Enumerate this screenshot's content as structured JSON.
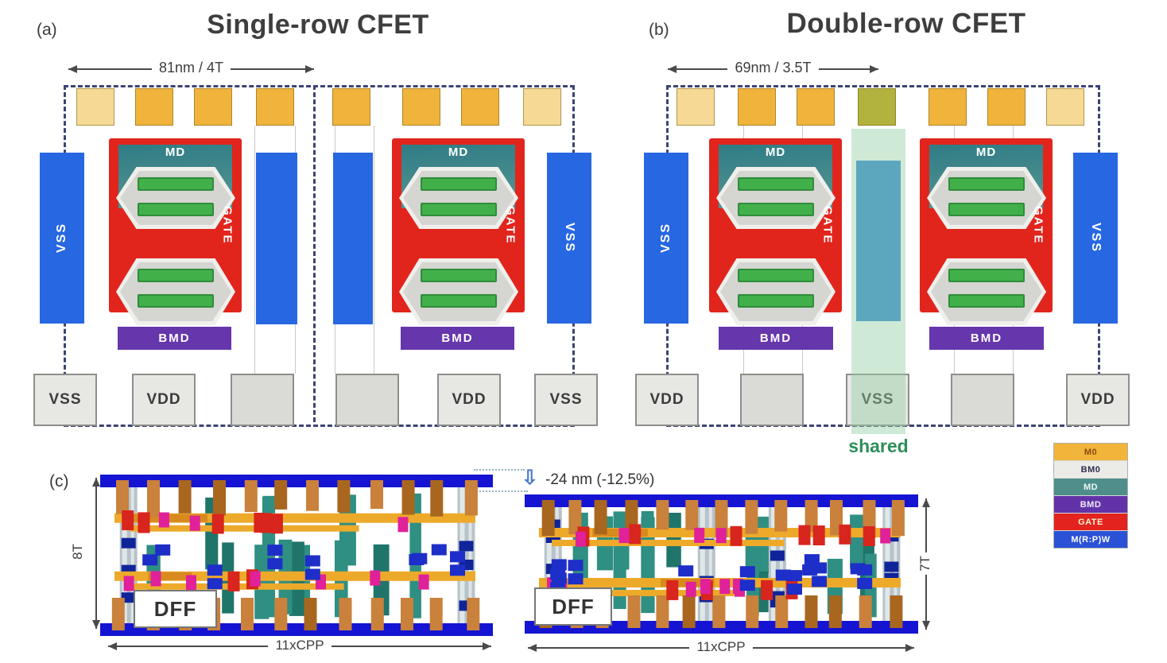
{
  "panel_a": {
    "label": "(a)",
    "title": "Single-row CFET",
    "dim_label": "81nm / 4T",
    "m0_squares": [
      "light",
      "gold",
      "gold",
      "gold",
      "gold",
      "gold",
      "gold",
      "light"
    ],
    "rail_left": "VSS",
    "rail_right": "VSS",
    "power_boxes": [
      "VSS",
      "VDD",
      "",
      "",
      "VDD",
      "VSS"
    ]
  },
  "panel_b": {
    "label": "(b)",
    "title": "Double-row CFET",
    "dim_label": "69nm / 3.5T",
    "m0_squares": [
      "light",
      "gold",
      "gold",
      "shared",
      "gold",
      "gold",
      "light"
    ],
    "rail_left": "VSS",
    "rail_right": "VSS",
    "power_boxes": [
      "VDD",
      "",
      "VSS",
      "",
      "VDD"
    ],
    "shared_label": "shared"
  },
  "cell_labels": {
    "md": "MD",
    "gate": "GATE",
    "bmd": "BMD"
  },
  "legend": {
    "items": [
      {
        "label": "M0",
        "bg": "#f0b53a",
        "fg": "#8a4a10"
      },
      {
        "label": "BM0",
        "bg": "#ebebe8",
        "fg": "#2d2d4e"
      },
      {
        "label": "MD",
        "bg": "#4e8f8c",
        "fg": "#eef6f4"
      },
      {
        "label": "BMD",
        "bg": "#6233a8",
        "fg": "#f0eaff"
      },
      {
        "label": "GATE",
        "bg": "#e3231d",
        "fg": "#fdf3d0"
      },
      {
        "label": "M(R:P)W",
        "bg": "#2b52d6",
        "fg": "#ffffff"
      }
    ]
  },
  "panel_c": {
    "label": "(c)",
    "delta_arrow": "⇩",
    "delta_label": "-24 nm (-12.5%)",
    "layouts": [
      {
        "name": "single-row-dff-layout",
        "label": "DFF",
        "width_label": "11xCPP",
        "height_label": "8T"
      },
      {
        "name": "double-row-dff-layout",
        "label": "DFF",
        "width_label": "11xCPP",
        "height_label": "7T"
      }
    ]
  },
  "colors": {
    "m0": "#f0b43c",
    "m0_light": "#f5d995",
    "m0_shared": "#b2b23e",
    "rail": "#2767e2",
    "rail_shared": "#3187d2",
    "gate": "#e1251d",
    "md": "#47898c",
    "bmd": "#6636ac",
    "nanosheet": "#d5d5d1",
    "nanosheet_edge": "#efefec",
    "sheet_green": "#42b04a",
    "sheet_green_edge": "#2f8c3a",
    "boundary": "#3c4474",
    "box": "#e7e7e4",
    "box_blank": "#dadad6",
    "guide": "#c9c9c5",
    "overlay": "rgba(148,206,167,0.45)",
    "shared_text": "#2e8e5a",
    "arrow": "#4a4a4a",
    "text_dark": "#3d3d3d",
    "delta_blue": "#4a78cc"
  },
  "dff_palette": {
    "rail": "#1414d2",
    "stub": "#c9813b",
    "stub_dark": "#a9661f",
    "gold": "#edaa2a",
    "gold2": "#d88a1e",
    "teal": "#2f8f82",
    "teal_dark": "#20756b",
    "red": "#d8251d",
    "magenta": "#e0219a",
    "blue_via": "#1e2ec8",
    "navy": "#10249a",
    "gray": "#b7c3c9",
    "gray_light": "#dfe7e9"
  }
}
